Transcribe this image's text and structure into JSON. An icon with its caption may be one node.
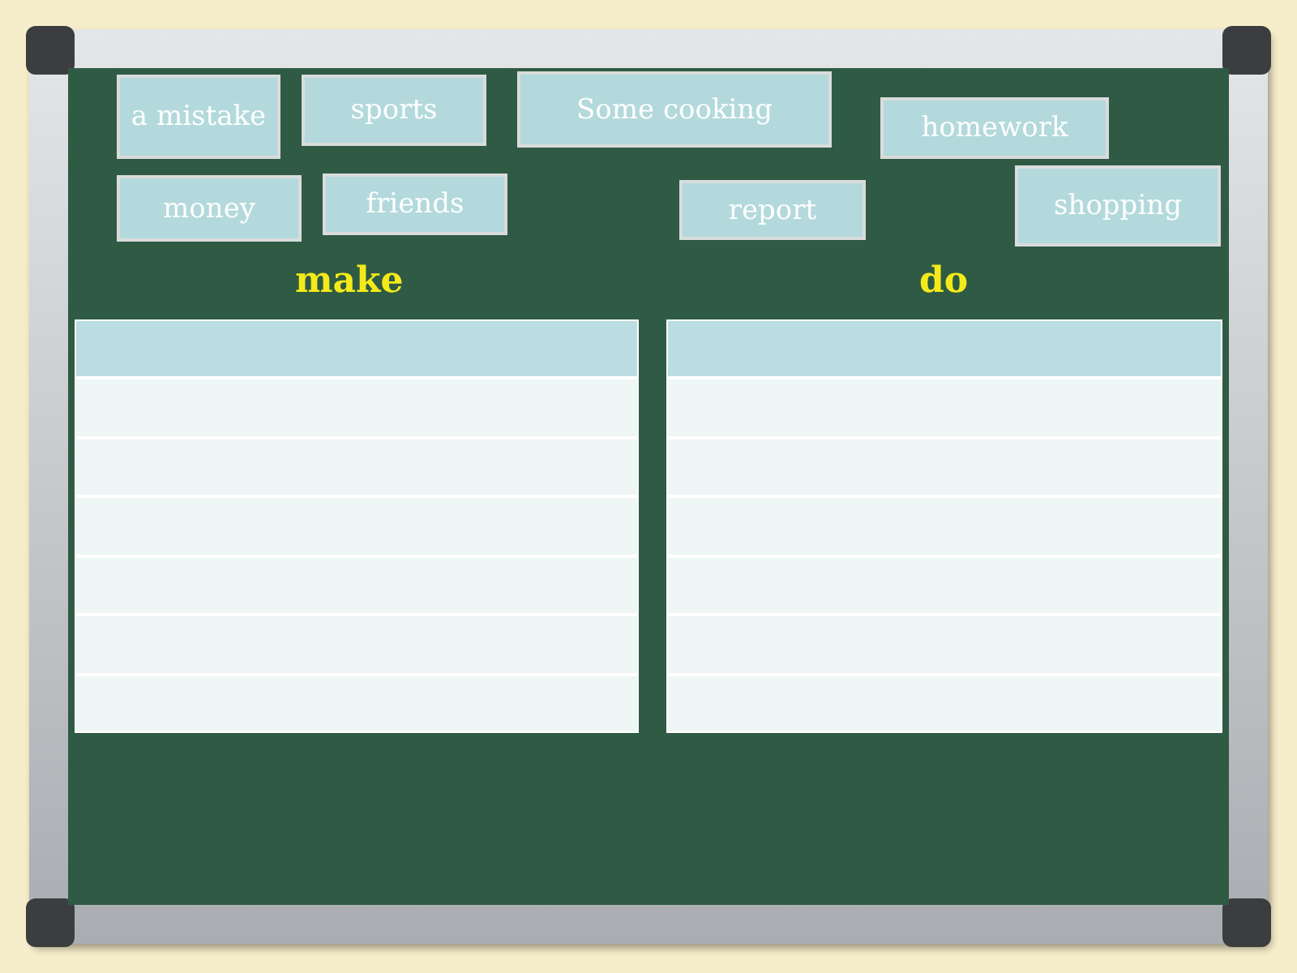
{
  "diagram": {
    "nodes": [
      {
        "text": [
          "a mistake"
        ]
      },
      {
        "text": [
          "sports"
        ]
      },
      {
        "text": [
          "Some cooking"
        ]
      },
      {
        "text": [
          "homework"
        ]
      },
      {
        "text": [
          "money"
        ]
      },
      {
        "text": [
          "friends"
        ]
      },
      {
        "text": [
          "report"
        ]
      },
      {
        "text": [
          "shopping"
        ]
      }
    ],
    "edges": [],
    "labels": [
      "make",
      "do"
    ]
  }
}
